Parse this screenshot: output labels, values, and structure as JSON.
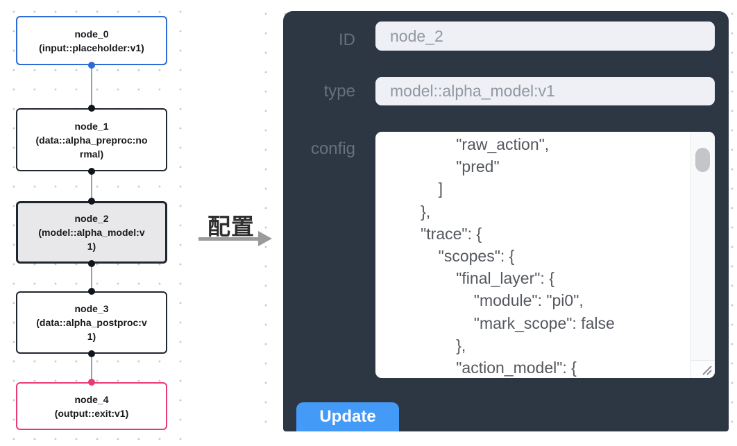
{
  "flow_canvas": {
    "nodes": [
      {
        "title": "node_0",
        "subtitle": "(input::placeholder:v1)",
        "role": "input"
      },
      {
        "title": "node_1",
        "subtitle": "(data::alpha_preproc:normal)",
        "role": "process"
      },
      {
        "title": "node_2",
        "subtitle": "(model::alpha_model:v1)",
        "role": "process",
        "selected": true
      },
      {
        "title": "node_3",
        "subtitle": "(data::alpha_postproc:v1)",
        "role": "process"
      },
      {
        "title": "node_4",
        "subtitle": "(output::exit:v1)",
        "role": "output"
      }
    ],
    "edges": [
      [
        "node_0",
        "node_1"
      ],
      [
        "node_1",
        "node_2"
      ],
      [
        "node_2",
        "node_3"
      ],
      [
        "node_3",
        "node_4"
      ]
    ]
  },
  "annotation": {
    "label": "配置"
  },
  "config_panel": {
    "id_field": {
      "label": "ID",
      "value": "node_2"
    },
    "type_field": {
      "label": "type",
      "value": "model::alpha_model:v1"
    },
    "config_field": {
      "label": "config",
      "value": "                \"raw_action\",\n                \"pred\"\n            ]\n        },\n        \"trace\": {\n            \"scopes\": {\n                \"final_layer\": {\n                    \"module\": \"pi0\",\n                    \"mark_scope\": false\n                },\n                \"action_model\": {"
    },
    "update_button_label": "Update"
  },
  "colors": {
    "panel_bg": "#2d3643",
    "button_blue": "#449af7",
    "input_bg": "#eef0f5",
    "node_input_border": "#2e6bd9",
    "node_output_border": "#e93a77",
    "node_default_border": "#20262f",
    "selected_node_bg": "#e8e8ea",
    "edge_gray": "#9aa0a6",
    "canvas_dot": "#c6c9ce"
  }
}
